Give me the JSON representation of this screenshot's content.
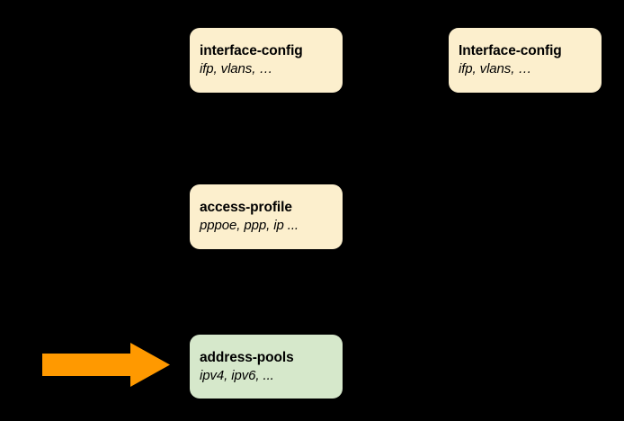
{
  "diagram": {
    "background_color": "#000000",
    "nodes": [
      {
        "id": "interface-config-left",
        "title": "interface-config",
        "subtitle": "ifp, vlans, …",
        "fill": "#FCEFCD",
        "text_color": "#000000"
      },
      {
        "id": "interface-config-right",
        "title": "Interface-config",
        "subtitle": "ifp, vlans, …",
        "fill": "#FCEFCD",
        "text_color": "#000000"
      },
      {
        "id": "access-profile",
        "title": "access-profile",
        "subtitle": "pppoe, ppp, ip ...",
        "fill": "#FCEFCD",
        "text_color": "#000000"
      },
      {
        "id": "address-pools",
        "title": "address-pools",
        "subtitle": "ipv4, ipv6, ...",
        "fill": "#D6E8CB",
        "text_color": "#000000"
      }
    ],
    "arrow": {
      "name": "right-arrow-icon",
      "color": "#FF9900",
      "direction": "right",
      "points_to": "address-pools"
    }
  }
}
